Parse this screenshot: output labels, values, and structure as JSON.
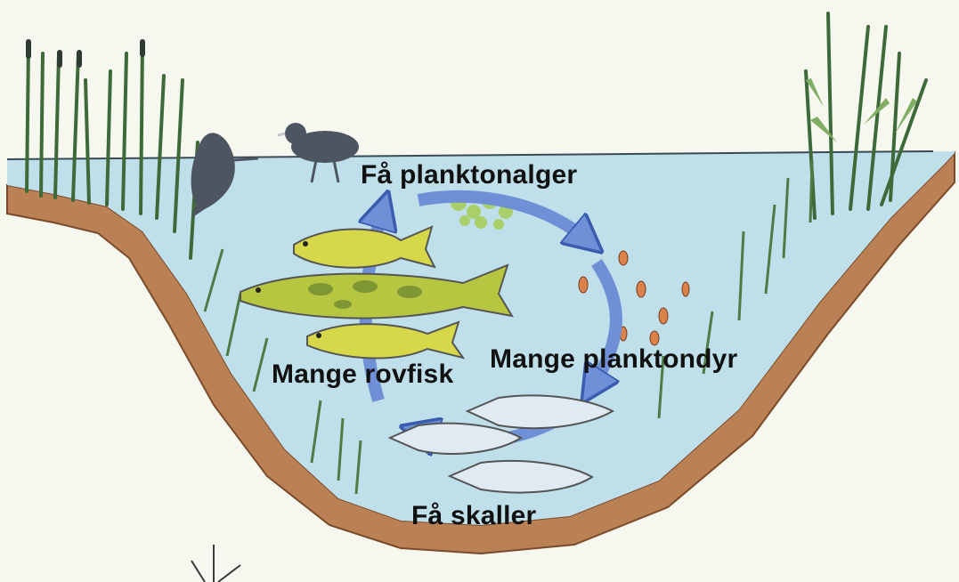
{
  "labels": {
    "top": "Få planktonalger",
    "right": "Mange planktondyr",
    "left": "Mange rovfisk",
    "bottom": "Få skaller"
  },
  "colors": {
    "background": "#f6f7ee",
    "water": "#bfe0ea",
    "soil": "#b98154",
    "arrow": "#6f8fd6",
    "perch": "#d6d84a",
    "roach": "#dfeaf2",
    "bird": "#4d5560",
    "plant": "#4c7d44"
  },
  "icons": [
    "reed-icon",
    "bird-icon",
    "perch-fish-icon",
    "pike-fish-icon",
    "roach-fish-icon",
    "plankton-algae-icon",
    "zooplankton-icon",
    "cycle-arrow-icon"
  ]
}
